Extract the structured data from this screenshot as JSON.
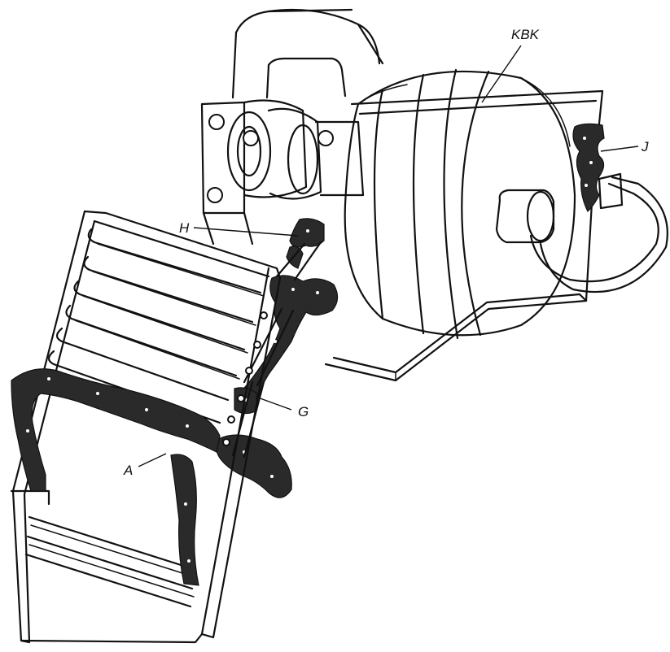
{
  "callouts": {
    "kbk": "KBK",
    "j": "J",
    "h": "H",
    "g": "G",
    "a": "A"
  },
  "colors": {
    "line": "#111111",
    "background": "#ffffff",
    "deposit": "#2a2a2a"
  }
}
